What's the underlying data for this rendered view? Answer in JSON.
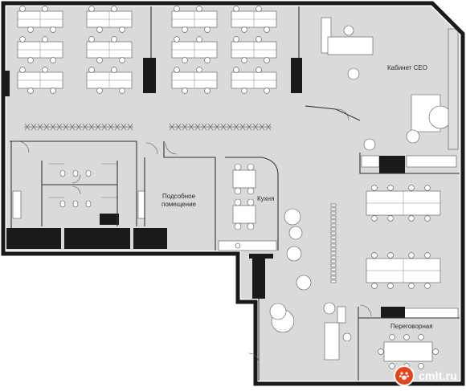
{
  "rooms": {
    "ceo_office": "Кабинет CEO",
    "kitchen": "Кухня",
    "auxiliary_line1": "Подсобное",
    "auxiliary_line2": "помещение",
    "meeting_room": "Переговорная"
  },
  "watermark": {
    "text": "cmlt.ru",
    "logo_icon": "paw-print-icon"
  },
  "colors": {
    "wall": "#1a1a1a",
    "floor": "#dadada",
    "furniture_fill": "#ffffff",
    "furniture_stroke": "#555555",
    "plant": "#777777",
    "watermark_logo": "#e8441b"
  }
}
